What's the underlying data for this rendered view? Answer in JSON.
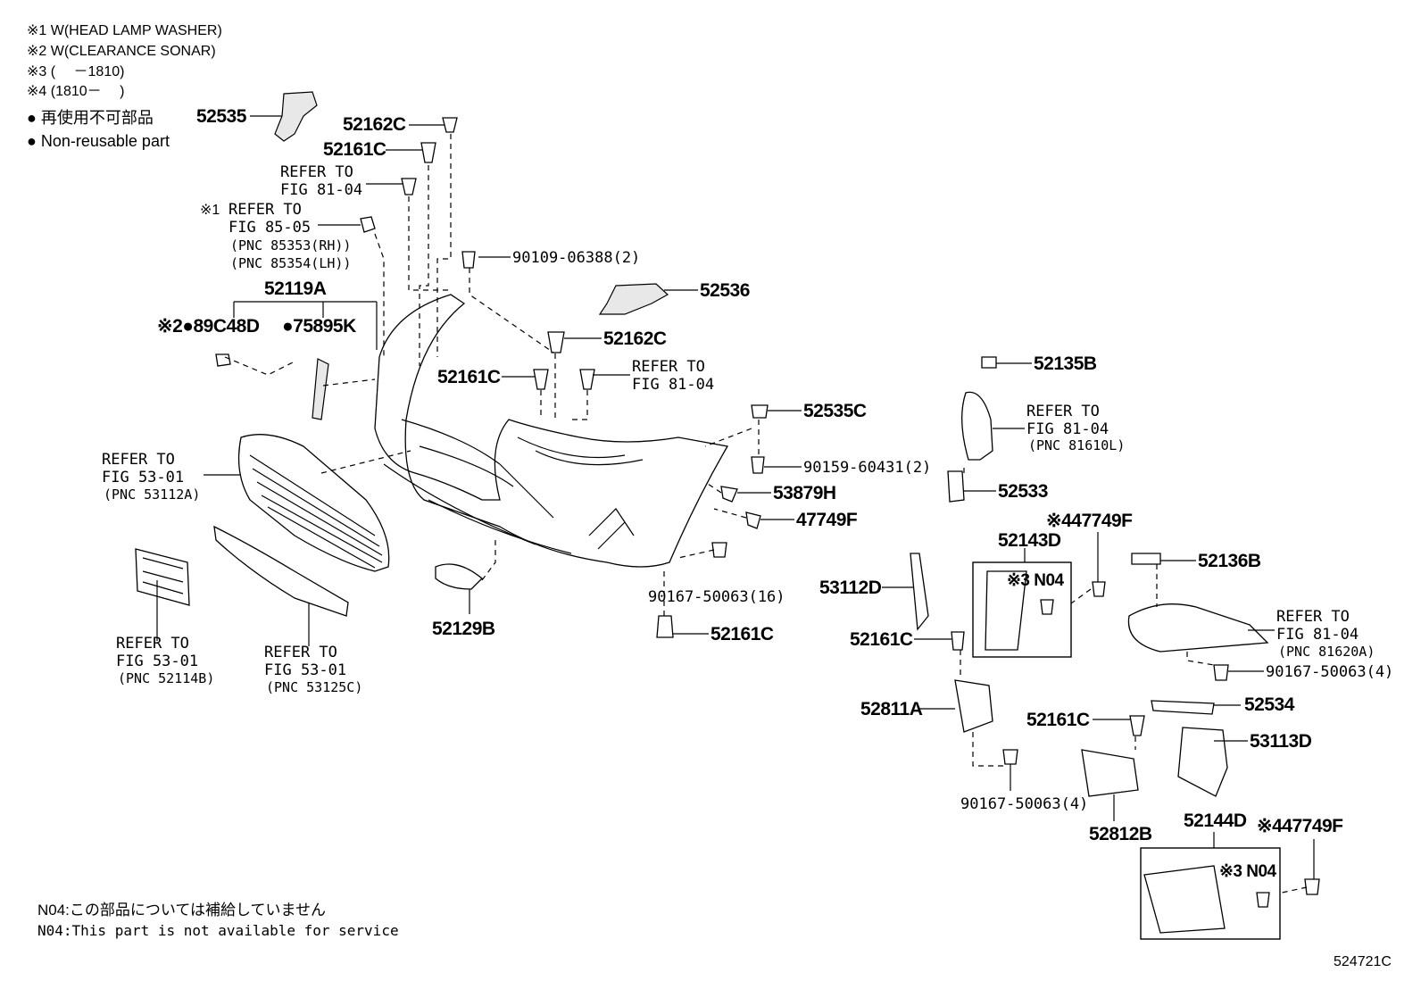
{
  "notes": {
    "note1": "※1 W(HEAD LAMP WASHER)",
    "note2": "※2 W(CLEARANCE SONAR)",
    "note3": "※3 (　 －1810)",
    "note4": "※4 (1810－　 )",
    "legend_jp": "● 再使用不可部品",
    "legend_en": "● Non-reusable part"
  },
  "footer": {
    "n04_jp": "N04:この部品については補給していません",
    "n04_en": "N04:This part is not available for service",
    "figure_id": "524721C"
  },
  "labels": {
    "p52535": "52535",
    "p52162C_a": "52162C",
    "p52161C_a": "52161C",
    "ref8104_a1": "REFER TO",
    "ref8104_a2": "FIG 81-04",
    "ref8505_mark": "※1",
    "ref8505_1": "REFER TO",
    "ref8505_2": "FIG 85-05",
    "ref8505_3": "(PNC 85353(RH))",
    "ref8505_4": "(PNC 85354(LH))",
    "p9010906388": "90109-06388(2)",
    "p52119A": "52119A",
    "p89C48D": "※2●89C48D",
    "p75895K": "●75895K",
    "p52536": "52536",
    "p52162C_b": "52162C",
    "p52161C_b": "52161C",
    "ref8104_b1": "REFER TO",
    "ref8104_b2": "FIG 81-04",
    "p52535C": "52535C",
    "p9015960431": "90159-60431(2)",
    "p53879H": "53879H",
    "p47749F_a": "47749F",
    "ref5301_a1": "REFER TO",
    "ref5301_a2": "FIG 53-01",
    "ref5301_a3": "(PNC 53112A)",
    "p9016750063_16": "90167-50063(16)",
    "p52161C_c": "52161C",
    "p52129B": "52129B",
    "ref5301_b1": "REFER TO",
    "ref5301_b2": "FIG 53-01",
    "ref5301_b3": "(PNC 52114B)",
    "ref5301_c1": "REFER TO",
    "ref5301_c2": "FIG 53-01",
    "ref5301_c3": "(PNC 53125C)",
    "p52135B": "52135B",
    "ref8104_c1": "REFER TO",
    "ref8104_c2": "FIG 81-04",
    "ref8104_c3": "(PNC 81610L)",
    "p52533": "52533",
    "p47749F_b": "※447749F",
    "p52143D": "52143D",
    "n04_a": "※3 N04",
    "p53112D": "53112D",
    "p52161C_d": "52161C",
    "p52136B": "52136B",
    "ref8104_d1": "REFER TO",
    "ref8104_d2": "FIG 81-04",
    "ref8104_d3": "(PNC 81620A)",
    "p9016750063_4a": "90167-50063(4)",
    "p52811A": "52811A",
    "p52534": "52534",
    "p52161C_e": "52161C",
    "p53113D": "53113D",
    "p9016750063_4b": "90167-50063(4)",
    "p52812B": "52812B",
    "p52144D": "52144D",
    "p47749F_c": "※447749F",
    "n04_b": "※3 N04"
  }
}
